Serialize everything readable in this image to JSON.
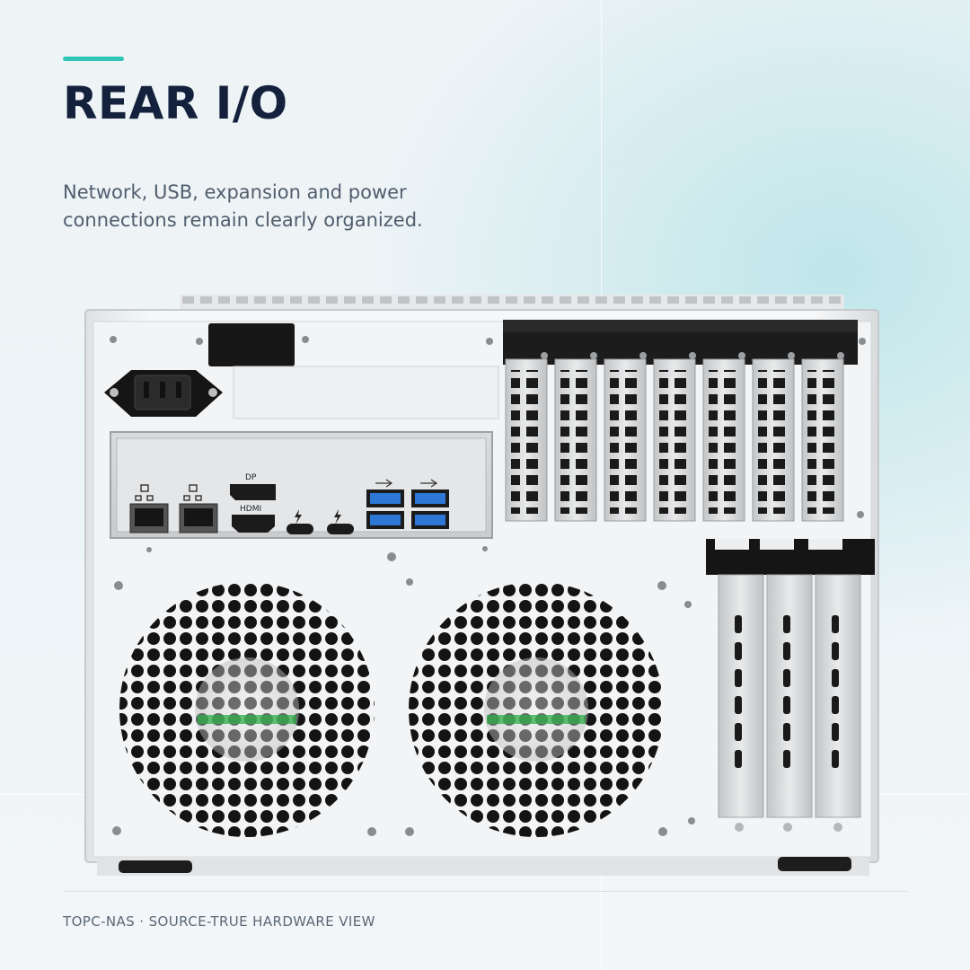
{
  "page": {
    "title": "REAR I/O",
    "subtitle": "Network, USB, expansion and power connections remain clearly organized.",
    "footer": "TOPC-NAS · SOURCE-TRUE HARDWARE VIEW"
  },
  "panel_labels": {
    "displayport": "DP",
    "hdmi": "HDMI"
  },
  "colors": {
    "accent": "#2ec4b6",
    "title": "#14213d",
    "chassis": "#f1f2f3"
  },
  "icons": [
    "ethernet-port-icon",
    "usb-superspeed-icon",
    "thunderbolt-icon"
  ]
}
